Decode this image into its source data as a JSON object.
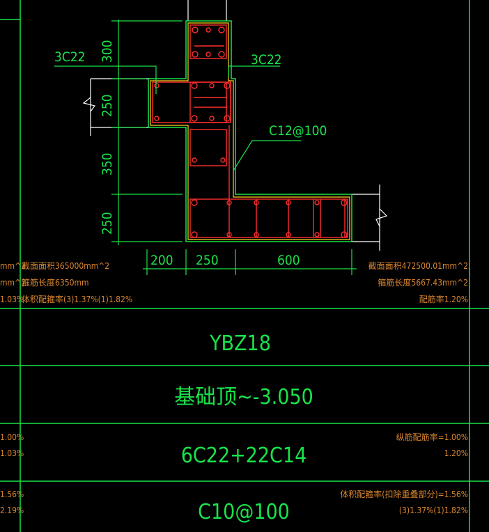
{
  "drawing": {
    "rebar_label_left": "3C22",
    "rebar_label_right": "3C22",
    "stirrup_label": "C12@100",
    "dims_vertical": [
      "300",
      "250",
      "350",
      "250"
    ],
    "dims_horizontal": [
      "200",
      "250",
      "600"
    ],
    "left_stats": {
      "area": "截面面积365000mm^2",
      "length": "箍筋长度6350mm",
      "ratio": "体积配箍率(3)1.37%(1)1.82%",
      "clipped": [
        "mm^2",
        "mm^2",
        "1.03%"
      ]
    },
    "right_stats": {
      "area": "截面面积472500.01mm^2",
      "length": "箍筋长度5667.43mm^2",
      "ratio": "配筋率1.20%"
    }
  },
  "table": {
    "rows": [
      {
        "name": "row-id",
        "value": "YBZ18"
      },
      {
        "name": "row-elevation",
        "value": "基础顶~-3.050"
      },
      {
        "name": "row-longitudinal",
        "value": "6C22+22C14",
        "left_notes": [
          "1.00%",
          "1.03%"
        ],
        "right_notes": [
          "纵筋配筋率=1.00%",
          "1.20%"
        ]
      },
      {
        "name": "row-stirrup",
        "value": "C10@100",
        "left_notes": [
          "1.56%",
          "2.19%"
        ],
        "right_notes": [
          "体积配箍率(扣除重叠部分)=1.56%",
          "(3)1.37%(1)1.82%"
        ]
      }
    ]
  },
  "colors": {
    "line": "#19e34a",
    "rebar": "#ff2d2d",
    "stirrup_outline": "#ffd21f",
    "annotation": "#d9852e",
    "background": "#000000"
  }
}
